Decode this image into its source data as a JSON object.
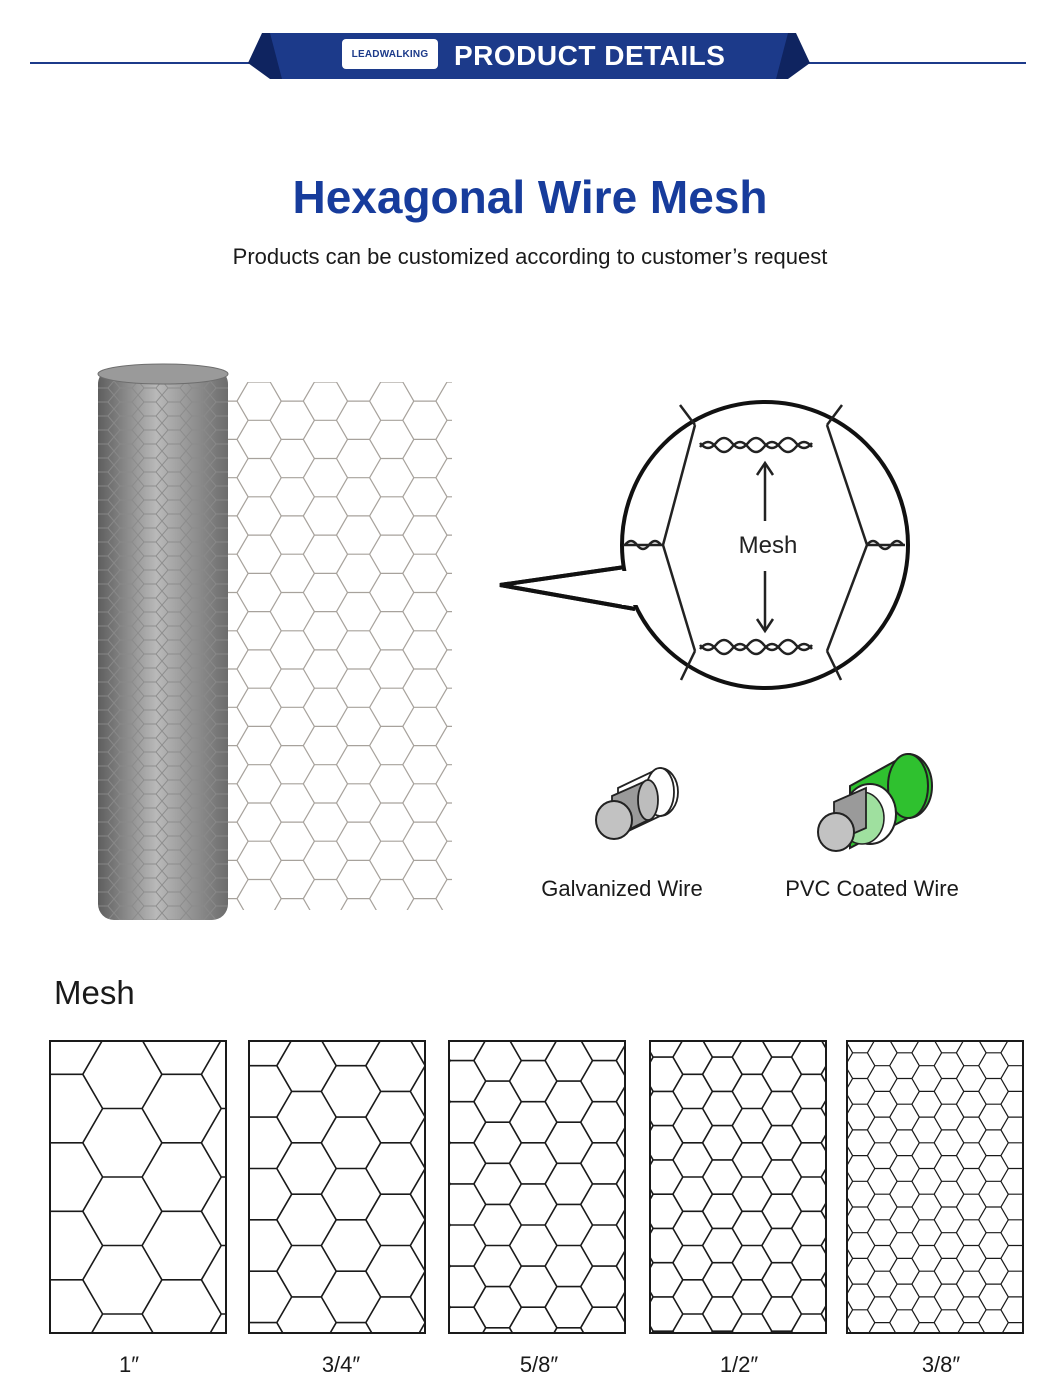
{
  "header": {
    "logo_text": "LEADWALKING",
    "banner_title": "PRODUCT DETAILS",
    "colors": {
      "banner": "#1c3a8a",
      "banner_dark": "#0f2460"
    }
  },
  "title": "Hexagonal Wire Mesh",
  "subtitle": "Products can be customized according to customer’s request",
  "diagram": {
    "mesh_label": "Mesh"
  },
  "wires": [
    {
      "label": "Galvanized Wire",
      "icon": "galvanized-wire-icon"
    },
    {
      "label": "PVC Coated Wire",
      "icon": "pvc-coated-wire-icon",
      "coating_color": "#2fc12f"
    }
  ],
  "mesh_section": {
    "heading": "Mesh",
    "sizes": [
      {
        "label": "1″",
        "cells_across": 3
      },
      {
        "label": "3/4″",
        "cells_across": 4
      },
      {
        "label": "5/8″",
        "cells_across": 5
      },
      {
        "label": "1/2″",
        "cells_across": 6
      },
      {
        "label": "3/8″",
        "cells_across": 8
      }
    ]
  }
}
